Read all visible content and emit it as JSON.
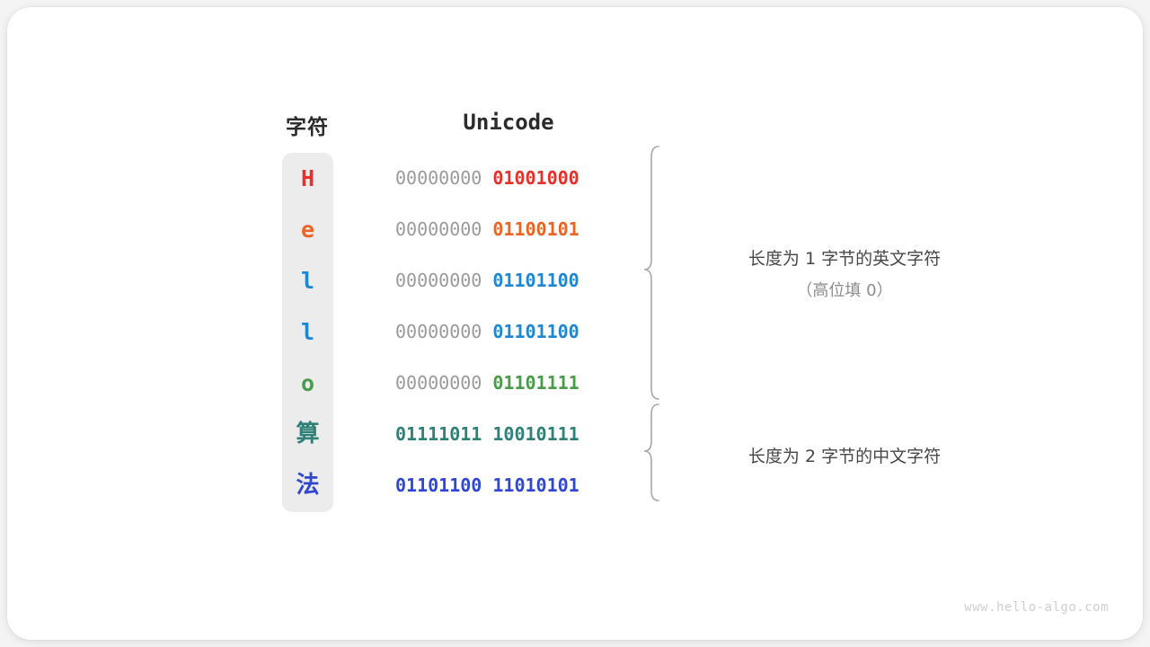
{
  "headers": {
    "character": "字符",
    "unicode": "Unicode"
  },
  "rows": [
    {
      "char": "H",
      "color": "#e8302a",
      "high_byte": "00000000",
      "low_byte": "01001000",
      "high_filled": false,
      "cjk": false
    },
    {
      "char": "e",
      "color": "#ec6423",
      "high_byte": "00000000",
      "low_byte": "01100101",
      "high_filled": false,
      "cjk": false
    },
    {
      "char": "l",
      "color": "#1e87d4",
      "high_byte": "00000000",
      "low_byte": "01101100",
      "high_filled": false,
      "cjk": false
    },
    {
      "char": "l",
      "color": "#1e87d4",
      "high_byte": "00000000",
      "low_byte": "01101100",
      "high_filled": false,
      "cjk": false
    },
    {
      "char": "o",
      "color": "#4a9b4a",
      "high_byte": "00000000",
      "low_byte": "01101111",
      "high_filled": false,
      "cjk": false
    },
    {
      "char": "算",
      "color": "#2f8177",
      "high_byte": "01111011",
      "low_byte": "10010111",
      "high_filled": true,
      "cjk": true
    },
    {
      "char": "法",
      "color": "#3048cf",
      "high_byte": "01101100",
      "low_byte": "11010101",
      "high_filled": true,
      "cjk": true
    }
  ],
  "groups": [
    {
      "label_line1": "长度为 1 字节的英文字符",
      "label_line2": "（高位填 0）",
      "rows": [
        0,
        1,
        2,
        3,
        4
      ]
    },
    {
      "label_line1": "长度为 2 字节的中文字符",
      "label_line2": "",
      "rows": [
        5,
        6
      ]
    }
  ],
  "watermark": "www.hello-algo.com",
  "colors": {
    "background": "#f4f4f4",
    "card": "#ffffff",
    "char_column": "#ececec",
    "high_byte_gray": "#9a9a9a",
    "brace": "#a8a8a8",
    "annotation": "#474747",
    "annotation_sub": "#8d8d8d",
    "header_text": "#2b2b2b",
    "watermark": "#cfcfcf"
  }
}
